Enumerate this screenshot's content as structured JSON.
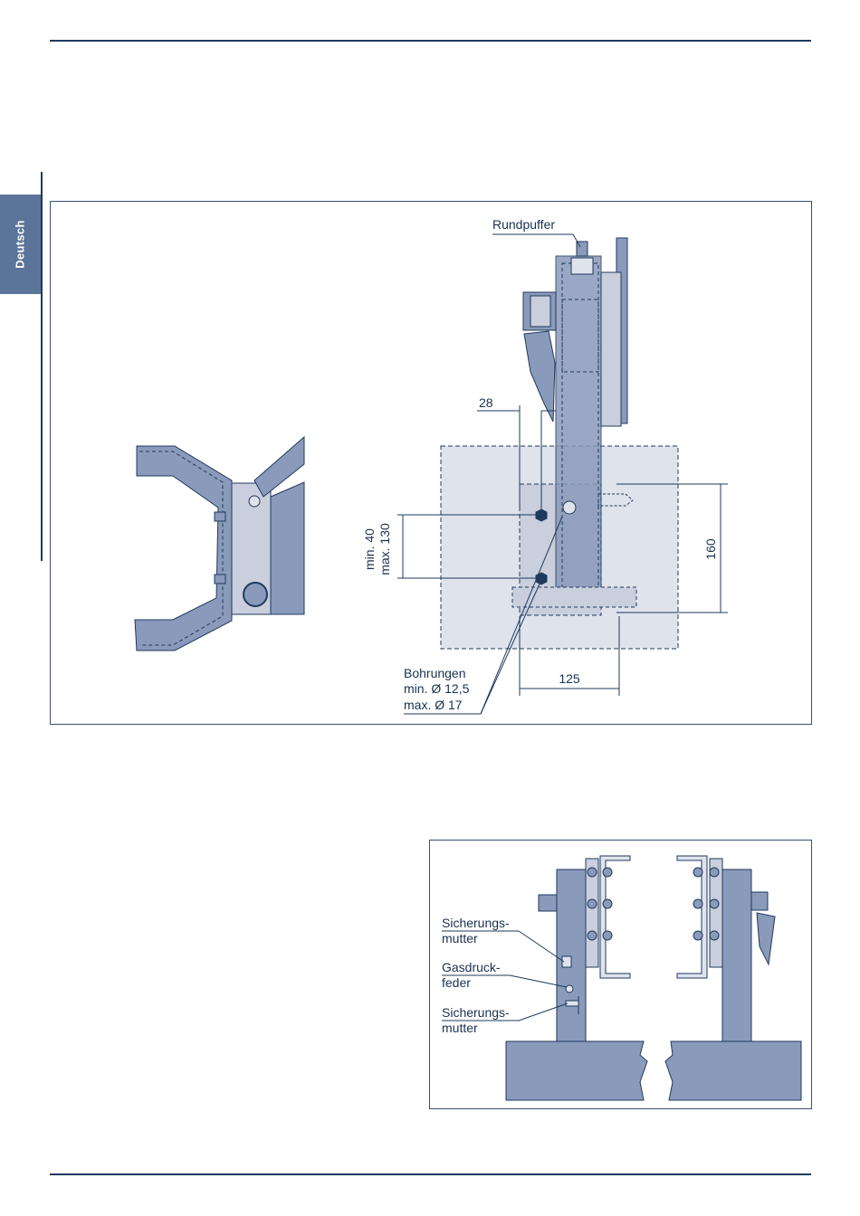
{
  "sidebar": {
    "language": "Deutsch"
  },
  "figure_top": {
    "labels": {
      "rundpuffer": "Rundpuffer",
      "dim_28": "28",
      "dim_min": "min. 40",
      "dim_max": "max. 130",
      "dim_160": "160",
      "dim_125": "125",
      "bohrungen": "Bohrungen",
      "bohr_min": "min. Ø 12,5",
      "bohr_max": "max. Ø 17"
    }
  },
  "figure_bottom": {
    "labels": {
      "sich1_a": "Sicherungs-",
      "sich1_b": "mutter",
      "gas_a": "Gasdruck-",
      "gas_b": "feder",
      "sich2_a": "Sicherungs-",
      "sich2_b": "mutter"
    }
  },
  "colors": {
    "accent": "#1f3a5c",
    "tab": "#5b7499",
    "part": "#8a9abb",
    "plate": "#dfe3ec"
  }
}
